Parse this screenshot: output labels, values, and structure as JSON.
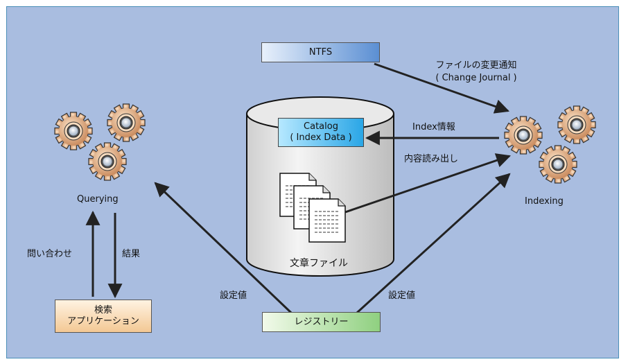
{
  "ntfs": {
    "label": "NTFS"
  },
  "registry": {
    "label": "レジストリー"
  },
  "catalog": {
    "line1": "Catalog",
    "line2": "( Index Data )"
  },
  "documents": {
    "label": "文章ファイル"
  },
  "search_app": {
    "line1": "検索",
    "line2": "アプリケーション"
  },
  "querying": {
    "label": "Querying"
  },
  "indexing": {
    "label": "Indexing"
  },
  "edges": {
    "change_notify_1": "ファイルの変更通知",
    "change_notify_2": "( Change Journal )",
    "index_info": "Index情報",
    "content_read": "内容読み出し",
    "inquiry": "問い合わせ",
    "result": "結果",
    "setting_left": "設定値",
    "setting_right": "設定値"
  },
  "colors": {
    "background": "#a9bde0",
    "border": "#4a8fb8",
    "gear": "#e2b48a",
    "arrow": "#222222"
  }
}
